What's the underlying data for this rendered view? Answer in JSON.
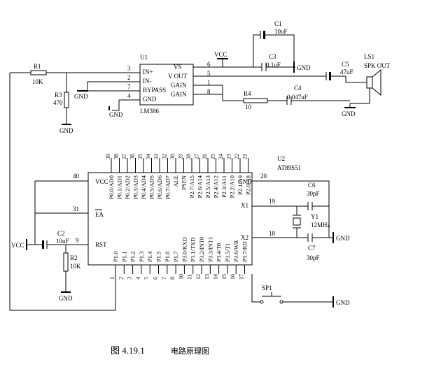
{
  "lm386": {
    "ref": "U1",
    "part": "LM386",
    "left_pins": [
      {
        "name": "IN+",
        "num": "3"
      },
      {
        "name": "IN-",
        "num": "2"
      },
      {
        "name": "BYPASS",
        "num": "7"
      },
      {
        "name": "GND",
        "num": "4"
      }
    ],
    "right_pins": [
      {
        "name": "VS",
        "num": "6"
      },
      {
        "name": "V OUT",
        "num": "5"
      },
      {
        "name": "GAIN",
        "num": "1"
      },
      {
        "name": "GAIN",
        "num": "8"
      }
    ]
  },
  "r1": {
    "ref": "R1",
    "value": "10K"
  },
  "r3": {
    "ref": "R3",
    "value": "470"
  },
  "r4": {
    "ref": "R4",
    "value": "10"
  },
  "r2": {
    "ref": "R2",
    "value": "10K"
  },
  "c1": {
    "ref": "C1",
    "value": "10uF"
  },
  "c3": {
    "ref": "C3",
    "value": "0.1uF"
  },
  "c4": {
    "ref": "C4",
    "value": "0.047uF"
  },
  "c5": {
    "ref": "C5",
    "value": "47uF"
  },
  "c2": {
    "ref": "C2",
    "value": "10uF"
  },
  "c6": {
    "ref": "C6",
    "value": "30pF"
  },
  "c7": {
    "ref": "C7",
    "value": "30pF"
  },
  "y1": {
    "ref": "Y1",
    "value": "12MHz"
  },
  "ls1": {
    "ref": "LS1",
    "value": "SPK OUT"
  },
  "sp1": {
    "ref": "SP1"
  },
  "labels": {
    "vcc": "VCC",
    "gnd": "GND"
  },
  "mcu": {
    "ref": "U2",
    "part": "AT89S51",
    "top_pins": [
      {
        "num": "39",
        "name": "P0.0/AD0"
      },
      {
        "num": "38",
        "name": "P0.1/AD1"
      },
      {
        "num": "37",
        "name": "P0.2/AD2"
      },
      {
        "num": "36",
        "name": "P0.3/AD3"
      },
      {
        "num": "35",
        "name": "P0.4/AD4"
      },
      {
        "num": "34",
        "name": "P0.5/AD5"
      },
      {
        "num": "33",
        "name": "P0.6/AD6"
      },
      {
        "num": "32",
        "name": "P0.7/AD7"
      },
      {
        "num": "30",
        "name": "ALE"
      },
      {
        "num": "29",
        "name": "PSEN"
      },
      {
        "num": "28",
        "name": "P2.7/A15"
      },
      {
        "num": "27",
        "name": "P2.6/A14"
      },
      {
        "num": "26",
        "name": "P2.5/A13"
      },
      {
        "num": "25",
        "name": "P2.4/A12"
      },
      {
        "num": "24",
        "name": "P2.3/A11"
      },
      {
        "num": "23",
        "name": "P2.2/A10"
      },
      {
        "num": "22",
        "name": "P2.1/A9"
      },
      {
        "num": "21",
        "name": "P2.0/A8"
      }
    ],
    "bottom_pins": [
      {
        "num": "1",
        "name": "P1.0"
      },
      {
        "num": "2",
        "name": "P1.1"
      },
      {
        "num": "3",
        "name": "P1.2"
      },
      {
        "num": "4",
        "name": "P1.3"
      },
      {
        "num": "5",
        "name": "P1.4"
      },
      {
        "num": "6",
        "name": "P1.5"
      },
      {
        "num": "7",
        "name": "P1.6"
      },
      {
        "num": "8",
        "name": "P1.7"
      },
      {
        "num": "10",
        "name": "P3.0/RXD"
      },
      {
        "num": "11",
        "name": "P3.1/TXD"
      },
      {
        "num": "12",
        "name": "P3.2/INT0"
      },
      {
        "num": "13",
        "name": "P3.3/INT1"
      },
      {
        "num": "14",
        "name": "P3.4/T0"
      },
      {
        "num": "15",
        "name": "P3.5/T1"
      },
      {
        "num": "16",
        "name": "P3.6/WR"
      },
      {
        "num": "17",
        "name": "P3.7/RD"
      }
    ],
    "left_pins": [
      {
        "num": "40",
        "name": "VCC"
      },
      {
        "num": "31",
        "name": "EA"
      },
      {
        "num": "9",
        "name": "RST"
      }
    ],
    "right_pins": [
      {
        "num": "20",
        "name": "GND"
      },
      {
        "num": "19",
        "name": "X1"
      },
      {
        "num": "18",
        "name": "X2"
      }
    ]
  },
  "caption": {
    "figure": "图 4.19.1",
    "text": "电路原理图"
  }
}
